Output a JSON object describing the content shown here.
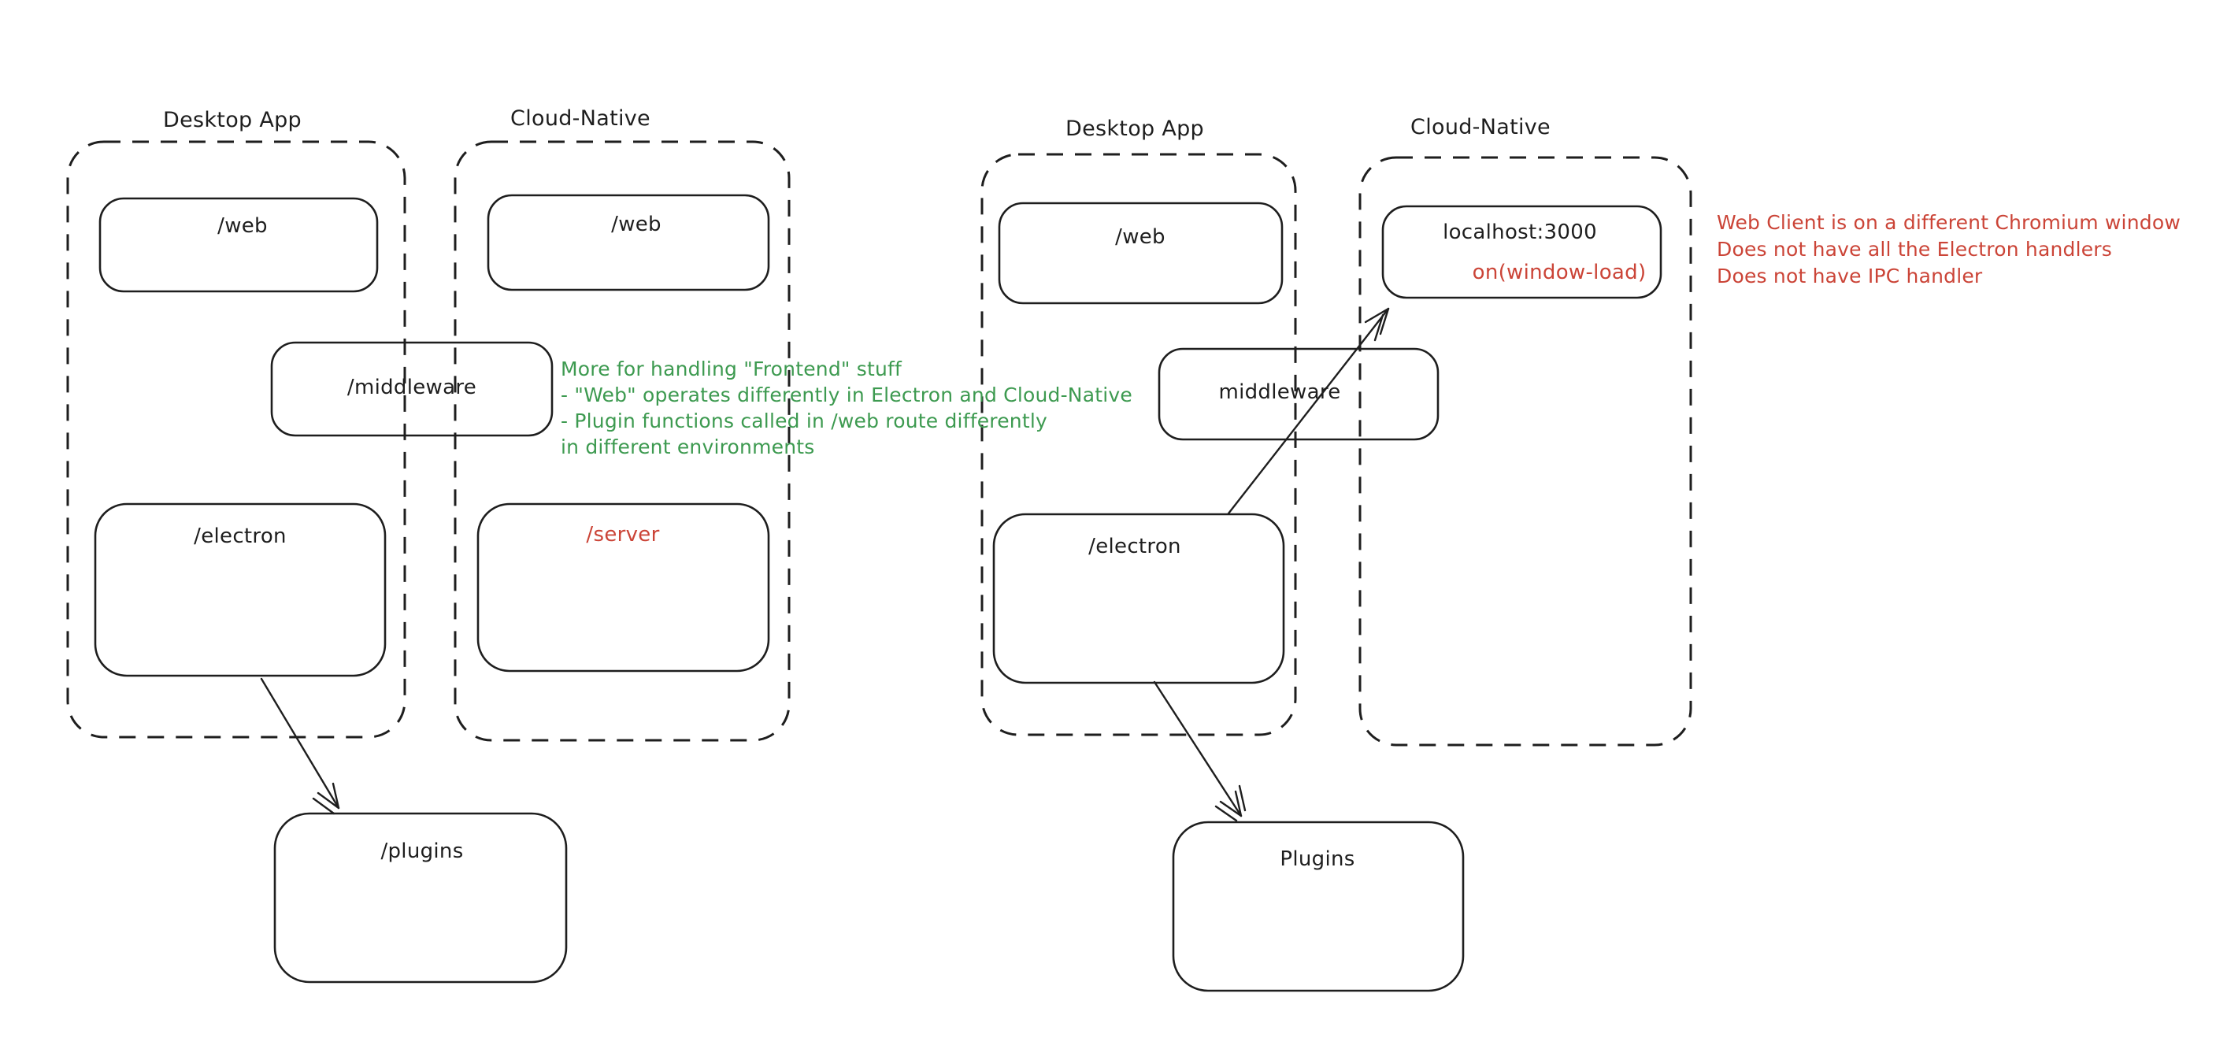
{
  "colors": {
    "ink": "#1e1e1e",
    "red": "#cb4437",
    "green": "#3d9a50",
    "background": "#ffffff"
  },
  "diagram_left": {
    "desktop_container_label": "Desktop App",
    "cloud_container_label": "Cloud-Native",
    "web_desktop_box": "/web",
    "web_cloud_box": "/web",
    "middleware_box": "/middleware",
    "electron_box": "/electron",
    "server_box": "/server",
    "plugins_box": "/plugins"
  },
  "diagram_right": {
    "desktop_container_label": "Desktop App",
    "cloud_container_label": "Cloud-Native",
    "web_box": "/web",
    "localhost_box": "localhost:3000",
    "localhost_event": "on(window-load)",
    "middleware_box": "middleware",
    "electron_box": "/electron",
    "plugins_box": "Plugins"
  },
  "annotations": {
    "green_note_lines": [
      "More for handling \"Frontend\" stuff",
      "- \"Web\" operates differently in Electron and Cloud-Native",
      "- Plugin functions called in /web route differently",
      "in different environments"
    ],
    "red_note_lines": [
      "Web Client is on a different Chromium window",
      "Does not have all the Electron handlers",
      "Does not have IPC handler"
    ]
  }
}
